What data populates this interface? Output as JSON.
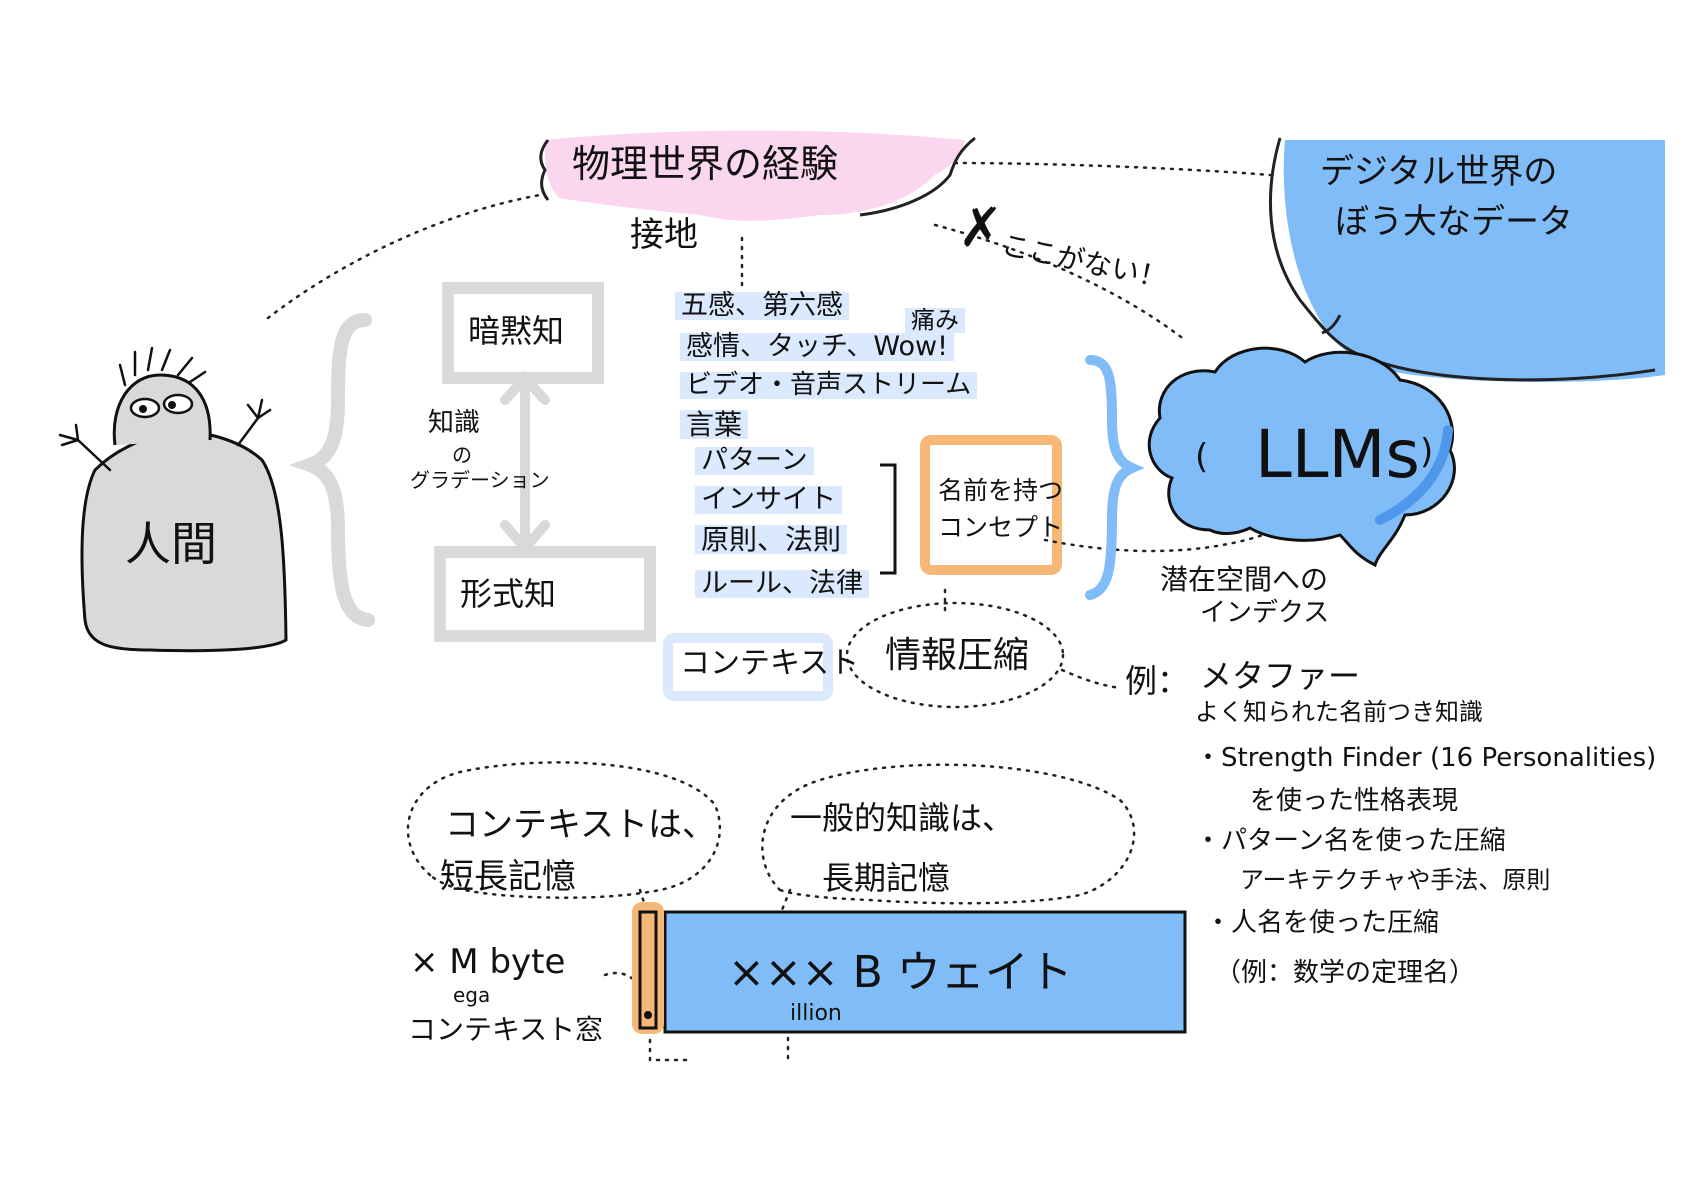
{
  "physical": "物理世界の経験",
  "grounding": "接地",
  "missing": "ここがない！",
  "missing_mark": "✗",
  "digital": {
    "line1": "デジタル世界の",
    "line2": "ぼう大なデータ"
  },
  "human": "人間",
  "tacit": "暗黙知",
  "explicit": "形式知",
  "gradient": {
    "line1": "知識",
    "line2": "の",
    "line3": "グラデーション"
  },
  "items": [
    "五感、第六感",
    "感情、タッチ、Wow!",
    "ビデオ・音声ストリーム",
    "言葉",
    "パターン",
    "インサイト",
    "原則、法則",
    "ルール、法律"
  ],
  "pain": "痛み",
  "named_concept": {
    "line1": "名前を持つ",
    "line2": "コンセプト"
  },
  "context_label": "コンテキスト",
  "compression": "情報圧縮",
  "llm": "LLMs",
  "latent": {
    "line1": "潜在空間への",
    "line2": "インデクス"
  },
  "example_prefix": "例：",
  "examples": {
    "title": "メタファー",
    "subtitle": "よく知られた名前つき知識",
    "lines": [
      "・Strength Finder (16 Personalities)",
      "を使った性格表現",
      "・パターン名を使った圧縮",
      "アーキテクチャや手法、原則",
      "・人名を使った圧縮",
      "（例：数学の定理名）"
    ]
  },
  "bubble_left": {
    "line1": "コンテキストは、",
    "line2": "短長記憶"
  },
  "bubble_right": {
    "line1": "一般的知識は、",
    "line2": "長期記憶"
  },
  "context_window": {
    "line1": "× M byte",
    "mega_hint": "ega",
    "line2": "コンテキスト窓"
  },
  "weights": {
    "label": "××× B ウェイト",
    "billion_hint": "illion"
  },
  "colors": {
    "blue": "#80bdf8",
    "orange": "#f6b777",
    "pink": "#fbd7ef",
    "grey": "#d9d9d9",
    "light_blue": "#dbe9ff"
  }
}
